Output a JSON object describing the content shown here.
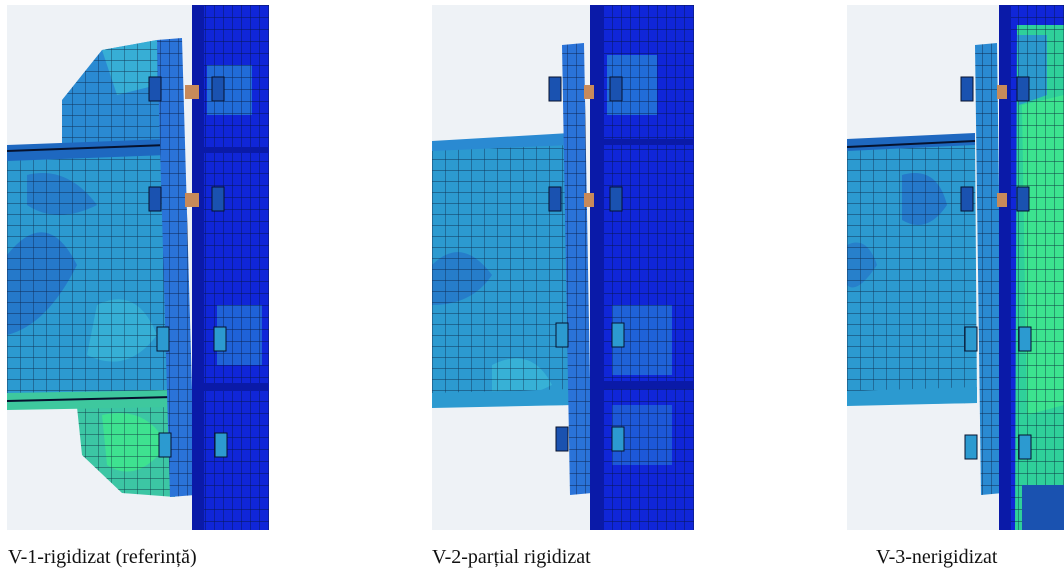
{
  "figure": {
    "panels": [
      {
        "caption": "V-1-rigidizat (referință)",
        "variant": "stiffened",
        "colors": {
          "background": "#eef2f6",
          "column": "#1026d8",
          "column_dark": "#0a1aa8",
          "beam": "#2c9ad0",
          "beam_light": "#39b4d6",
          "hot": "#3ee48e",
          "plate": "#2a73d8",
          "bolt": "#c88a5a",
          "mesh": "#06122e"
        }
      },
      {
        "caption": "V-2-parțial rigidizat",
        "variant": "partial",
        "colors": {
          "background": "#eef2f6",
          "column": "#1026d8",
          "column_dark": "#0a1aa8",
          "beam": "#2c9ad0",
          "beam_light": "#39b4d6",
          "hot": "#3ee48e",
          "plate": "#2a73d8",
          "bolt": "#c88a5a",
          "mesh": "#06122e"
        }
      },
      {
        "caption": "V-3-nerigidizat",
        "variant": "unstiffened",
        "colors": {
          "background": "#eef2f6",
          "column": "#1026d8",
          "column_dark": "#0a1aa8",
          "beam": "#2c9ad0",
          "beam_light": "#39b4d6",
          "hot": "#3ee48e",
          "plate": "#2a73d8",
          "bolt": "#c88a5a",
          "mesh": "#06122e"
        }
      }
    ]
  }
}
